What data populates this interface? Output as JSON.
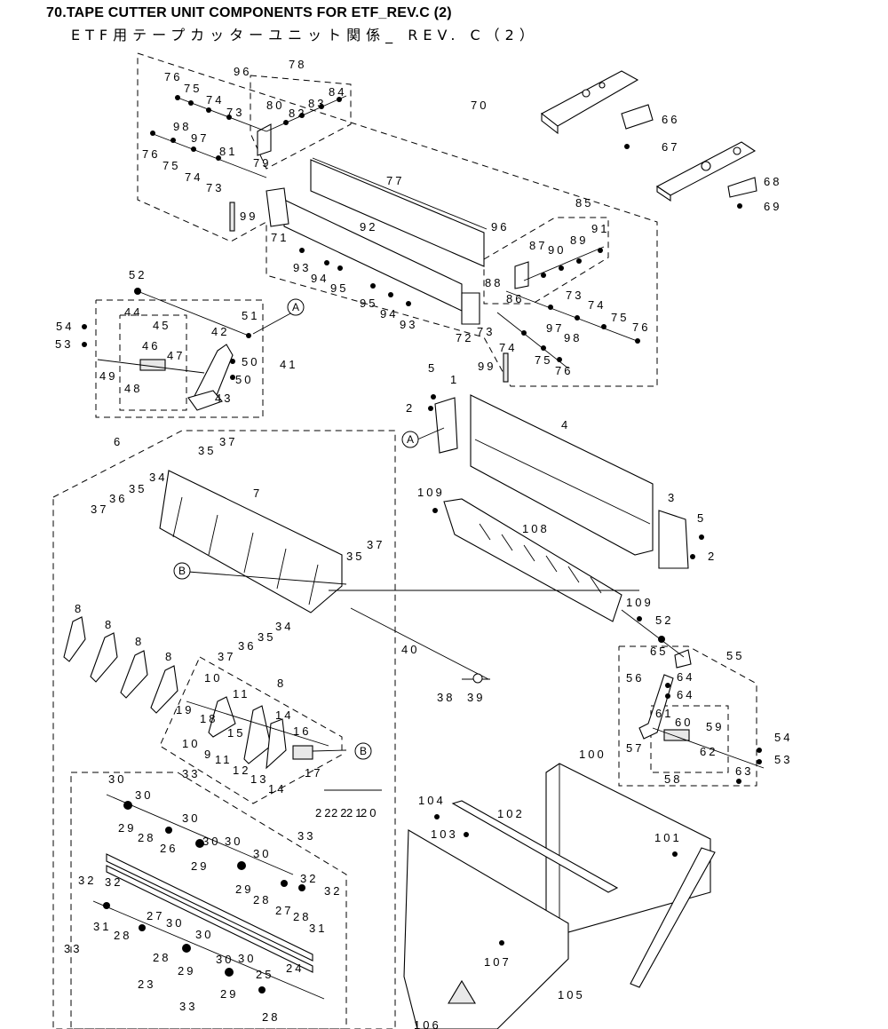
{
  "header": {
    "title": "70.TAPE CUTTER UNIT COMPONENTS FOR ETF_REV.C (2)",
    "subtitle": "ETF用テープカッターユニット関係_ REV. C（2）"
  },
  "callouts": [
    "A",
    "B"
  ],
  "part_labels": [
    "1",
    "2",
    "3",
    "4",
    "5",
    "6",
    "7",
    "8",
    "9",
    "10",
    "11",
    "12",
    "13",
    "14",
    "15",
    "16",
    "17",
    "18",
    "19",
    "20",
    "21",
    "22",
    "23",
    "24",
    "25",
    "26",
    "27",
    "28",
    "29",
    "30",
    "31",
    "32",
    "33",
    "34",
    "35",
    "36",
    "37",
    "38",
    "39",
    "40",
    "41",
    "42",
    "43",
    "44",
    "45",
    "46",
    "47",
    "48",
    "49",
    "50",
    "51",
    "52",
    "53",
    "54",
    "55",
    "56",
    "57",
    "58",
    "59",
    "60",
    "61",
    "62",
    "63",
    "64",
    "65",
    "66",
    "67",
    "68",
    "69",
    "70",
    "71",
    "72",
    "73",
    "74",
    "75",
    "76",
    "77",
    "78",
    "79",
    "80",
    "81",
    "82",
    "83",
    "84",
    "85",
    "86",
    "87",
    "88",
    "89",
    "90",
    "91",
    "92",
    "93",
    "94",
    "95",
    "96",
    "97",
    "98",
    "99",
    "100",
    "101",
    "102",
    "103",
    "104",
    "105",
    "106",
    "107",
    "108",
    "109"
  ]
}
